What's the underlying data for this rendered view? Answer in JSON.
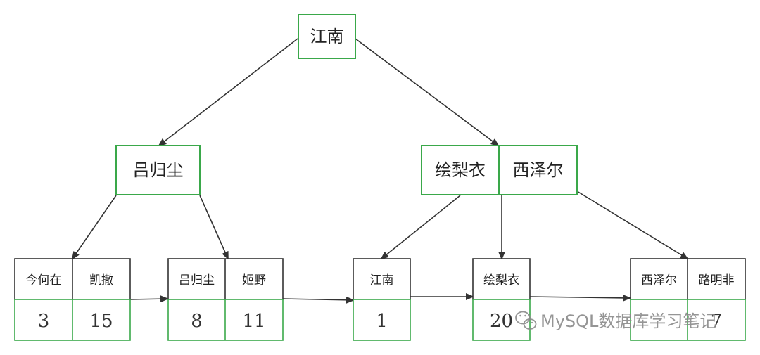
{
  "colors": {
    "node_border": "#3aa84a",
    "leaf_key_border": "#333333",
    "leaf_value_border": "#3aa84a",
    "arrow": "#333333",
    "watermark": "#8a8a8a"
  },
  "root": {
    "keys": [
      "江南"
    ]
  },
  "internal_left": {
    "keys": [
      "吕归尘"
    ]
  },
  "internal_right": {
    "keys": [
      "绘梨衣",
      "西泽尔"
    ]
  },
  "leaves": [
    {
      "keys": [
        "今何在",
        "凯撒"
      ],
      "values": [
        "3",
        "15"
      ]
    },
    {
      "keys": [
        "吕归尘",
        "姬野"
      ],
      "values": [
        "8",
        "11"
      ]
    },
    {
      "keys": [
        "江南"
      ],
      "values": [
        "1"
      ]
    },
    {
      "keys": [
        "绘梨衣"
      ],
      "values": [
        "20"
      ]
    },
    {
      "keys": [
        "西泽尔",
        "路明非"
      ],
      "values": [
        "",
        "7"
      ]
    }
  ],
  "watermark": {
    "icon": "wechat-icon",
    "text": "MySQL数据库学习笔记"
  }
}
